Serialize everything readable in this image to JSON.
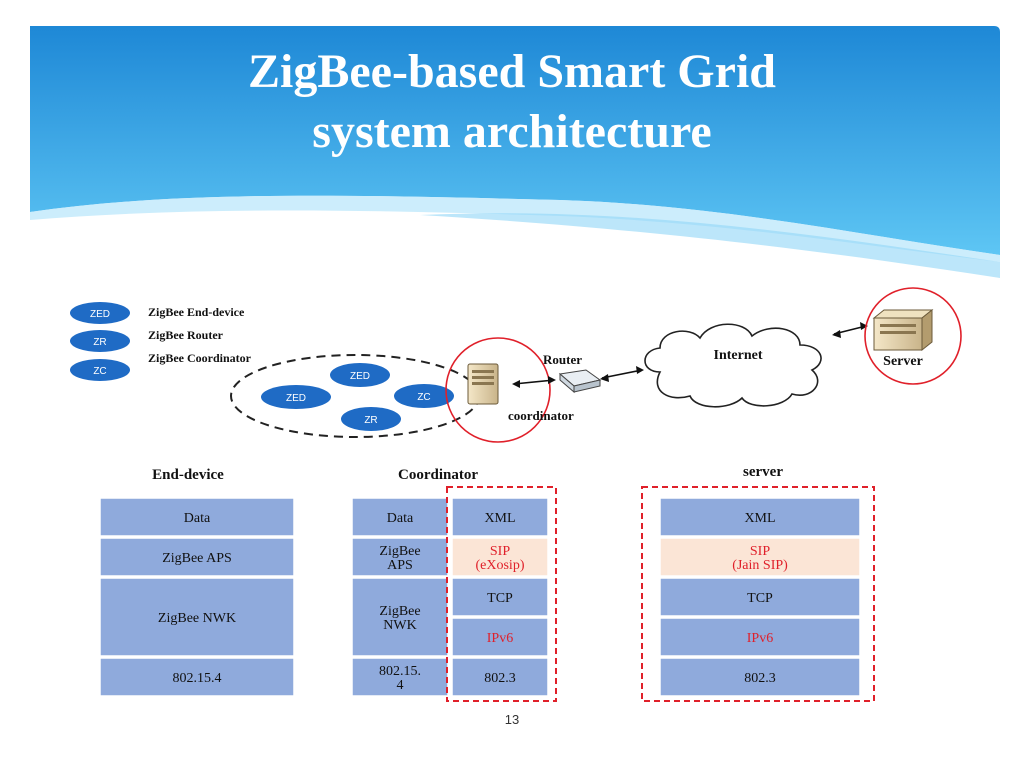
{
  "slide": {
    "title_line1": "ZigBee-based Smart Grid",
    "title_line2": "system architecture",
    "page_number": "13"
  },
  "legend": [
    {
      "badge": "ZED",
      "label": "ZigBee  End-device"
    },
    {
      "badge": "ZR",
      "label": "ZigBee  Router"
    },
    {
      "badge": "ZC",
      "label": "ZigBee Coordinator"
    }
  ],
  "network": {
    "nodes": {
      "zed_top": "ZED",
      "zed_left": "ZED",
      "zc": "ZC",
      "zr": "ZR"
    },
    "router_label": "Router",
    "internet_label": "Internet",
    "server_label": "Server",
    "coordinator_label": "coordinator"
  },
  "stacks": {
    "end_device": {
      "title": "End-device",
      "layers": [
        "Data",
        "ZigBee APS",
        "ZigBee NWK",
        "802.15.4"
      ]
    },
    "coordinator": {
      "title": "Coordinator",
      "left_layers": [
        "Data",
        "ZigBee\nAPS",
        "ZigBee\nNWK",
        "802.15.\n4"
      ],
      "right_layers": [
        "XML",
        "SIP\n(eXosip)",
        "TCP",
        "IPv6",
        "802.3"
      ]
    },
    "server": {
      "title": "server",
      "layers": [
        "XML",
        "SIP\n(Jain SIP)",
        "TCP",
        "IPv6",
        "802.3"
      ]
    }
  },
  "colors": {
    "header_top": "#1f8fd8",
    "header_bottom": "#5cc4f2",
    "layer_fill": "#8faadc",
    "sip_fill": "#fbe5d6",
    "highlight_red": "#e0202a",
    "badge_blue": "#1f6bc5"
  }
}
